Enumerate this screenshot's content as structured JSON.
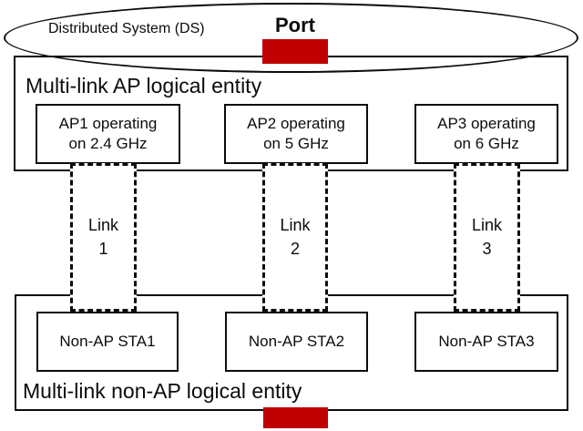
{
  "diagram": {
    "accent_color": "#c00000",
    "ds": {
      "label": "Distributed System (DS)",
      "port_label": "Port"
    },
    "ap_entity": {
      "title": "Multi-link AP logical entity",
      "aps": [
        {
          "line1": "AP1 operating",
          "line2": "on 2.4 GHz"
        },
        {
          "line1": "AP2 operating",
          "line2": "on 5 GHz"
        },
        {
          "line1": "AP3 operating",
          "line2": "on 6 GHz"
        }
      ]
    },
    "links": [
      {
        "word": "Link",
        "number": "1"
      },
      {
        "word": "Link",
        "number": "2"
      },
      {
        "word": "Link",
        "number": "3"
      }
    ],
    "sta_entity": {
      "title": "Multi-link non-AP logical entity",
      "stas": [
        {
          "label": "Non-AP STA1"
        },
        {
          "label": "Non-AP STA2"
        },
        {
          "label": "Non-AP STA3"
        }
      ]
    }
  }
}
